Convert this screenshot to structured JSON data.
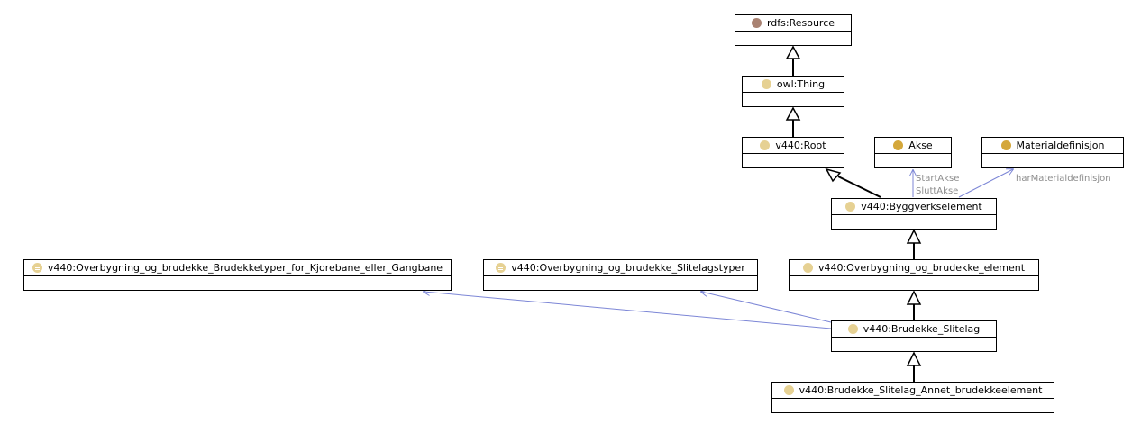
{
  "classes": {
    "rdfs_resource": "rdfs:Resource",
    "owl_thing": "owl:Thing",
    "root": "v440:Root",
    "akse": "Akse",
    "materialdefinisjon": "Materialdefinisjon",
    "byggverkselement": "v440:Byggverkselement",
    "brudekketyper": "v440:Overbygning_og_brudekke_Brudekketyper_for_Kjorebane_eller_Gangbane",
    "slitelagstyper": "v440:Overbygning_og_brudekke_Slitelagstyper",
    "overbygning_element": "v440:Overbygning_og_brudekke_element",
    "brudekke_slitelag": "v440:Brudekke_Slitelag",
    "slitelag_annet": "v440:Brudekke_Slitelag_Annet_brudekkeelement"
  },
  "relations": {
    "start_akse": "StartAkse",
    "slutt_akse": "SluttAkse",
    "har_materialdefinisjon": "harMaterialdefinisjon"
  },
  "colors": {
    "class_icon": "#e6d193",
    "resource_icon": "#a98272",
    "primitive_icon": "#d4a73a",
    "property_edge": "#7c86d6",
    "edge_label": "#8c8c8c"
  },
  "icons": {
    "rdfs_resource": "resource-icon",
    "owl_thing": "class-icon",
    "root": "class-icon",
    "akse": "primitive-icon",
    "materialdefinisjon": "primitive-icon",
    "byggverkselement": "class-icon",
    "brudekketyper": "enumeration-icon",
    "slitelagstyper": "enumeration-icon",
    "overbygning_element": "class-icon",
    "brudekke_slitelag": "class-icon",
    "slitelag_annet": "class-icon"
  }
}
